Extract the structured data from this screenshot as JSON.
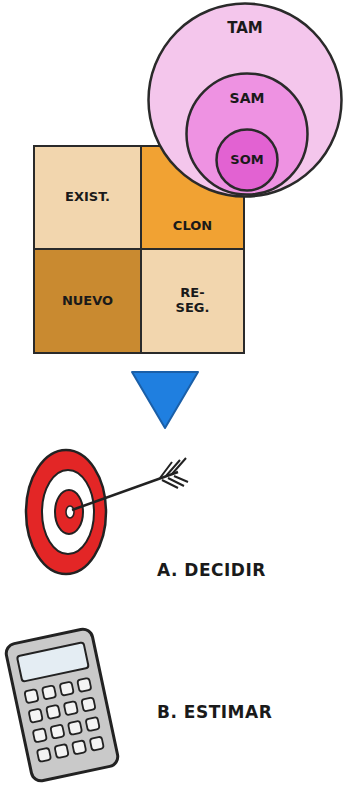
{
  "diagram": {
    "nodes": [
      {
        "text": [
          "TAM"
        ]
      },
      {
        "text": [
          "SAM"
        ],
        "in": 0
      },
      {
        "text": [
          "SOM"
        ],
        "in": 1
      },
      {
        "text": [
          "EXIST."
        ]
      },
      {
        "text": [
          "CLON"
        ]
      },
      {
        "text": [
          "NUEVO"
        ]
      },
      {
        "text": [
          "RE- SEG."
        ]
      }
    ],
    "labels": [
      "A. DECIDIR",
      "B. ESTIMAR"
    ]
  }
}
